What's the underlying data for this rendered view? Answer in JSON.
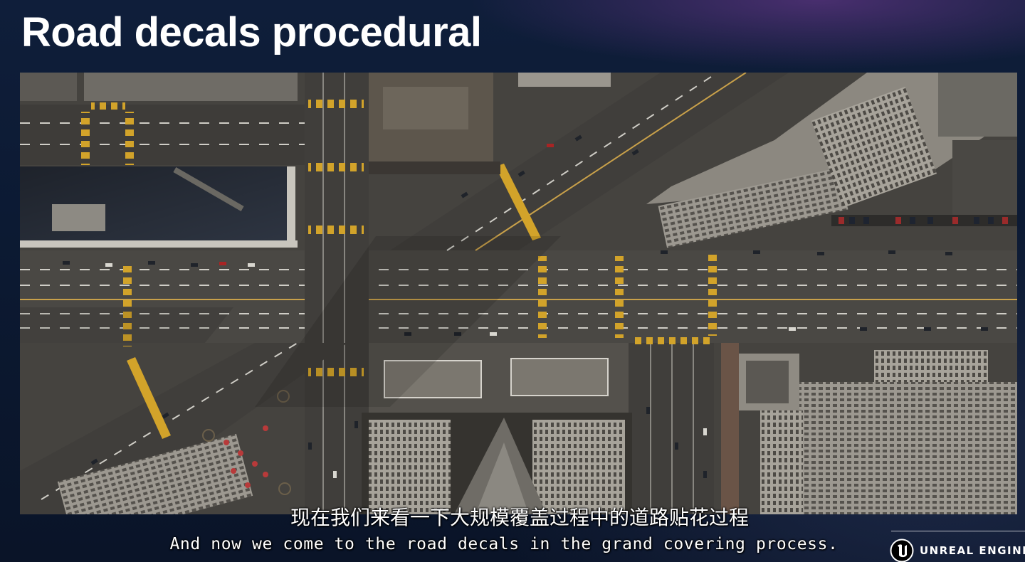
{
  "slide": {
    "title": "Road decals procedural"
  },
  "scene": {
    "description_icon": "aerial-city-intersection-image",
    "colors": {
      "asphalt": "#3f3d3a",
      "lane_marking_yellow": "#d2a32a",
      "lane_marking_white": "#d8d6cf",
      "building": "#8a8780"
    }
  },
  "subtitles": {
    "chinese": "现在我们来看一下大规模覆盖过程中的道路贴花过程",
    "english": "And now we come to the road decals in the grand covering process."
  },
  "branding": {
    "logo_icon": "unreal-engine-logo-icon",
    "logo_text": "UNREAL ENGINE"
  }
}
